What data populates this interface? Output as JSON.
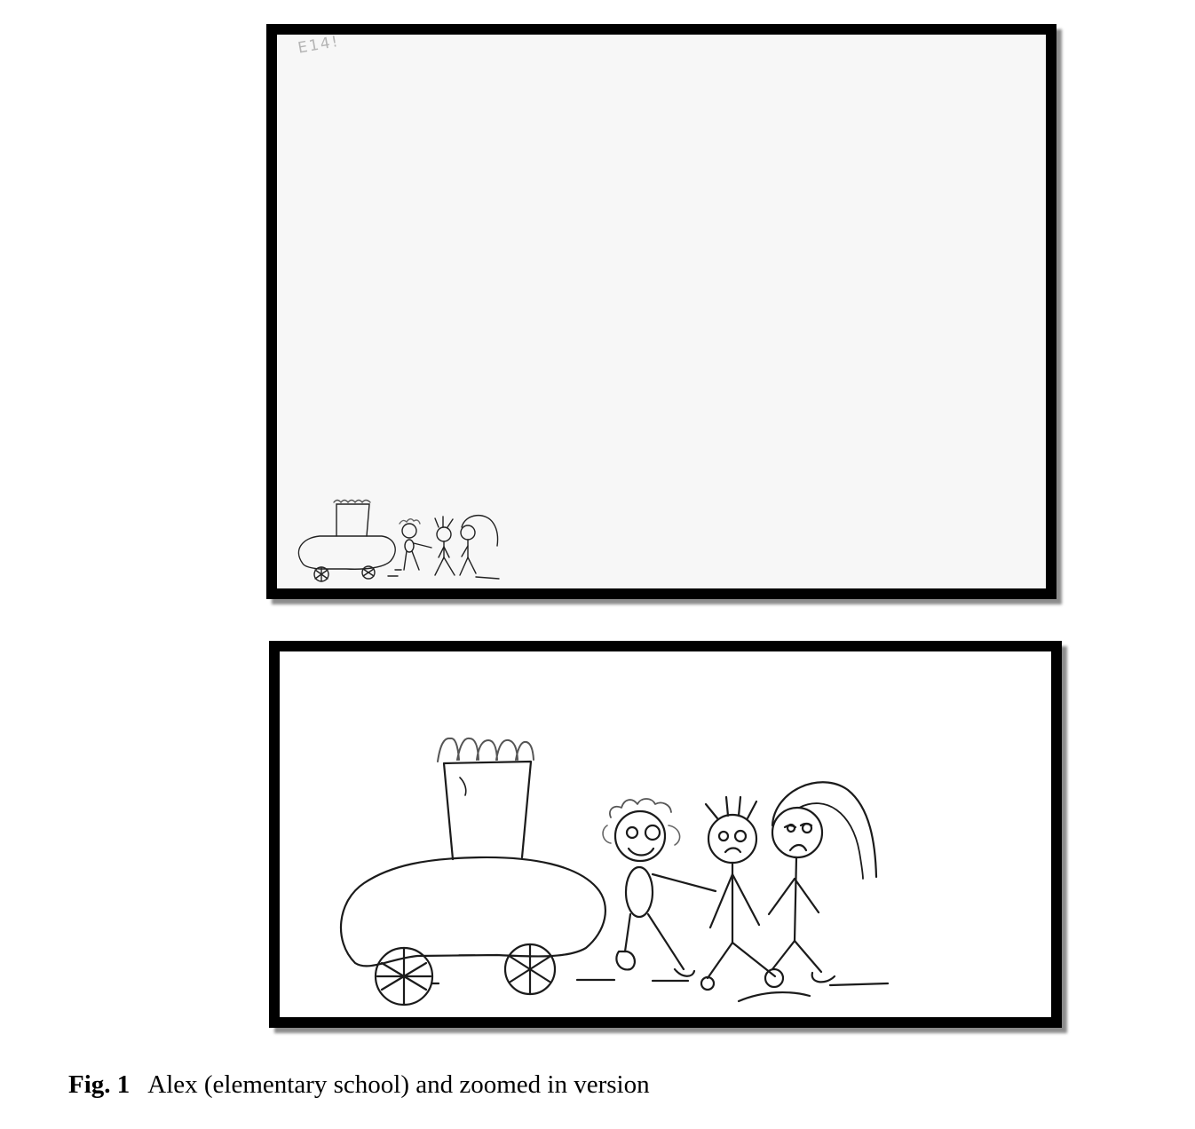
{
  "figure": {
    "label": "Fig. 1",
    "caption": "Alex (elementary school) and zoomed in version",
    "top_panel": {
      "corner_code": "E14!"
    },
    "bottom_panel": {}
  }
}
